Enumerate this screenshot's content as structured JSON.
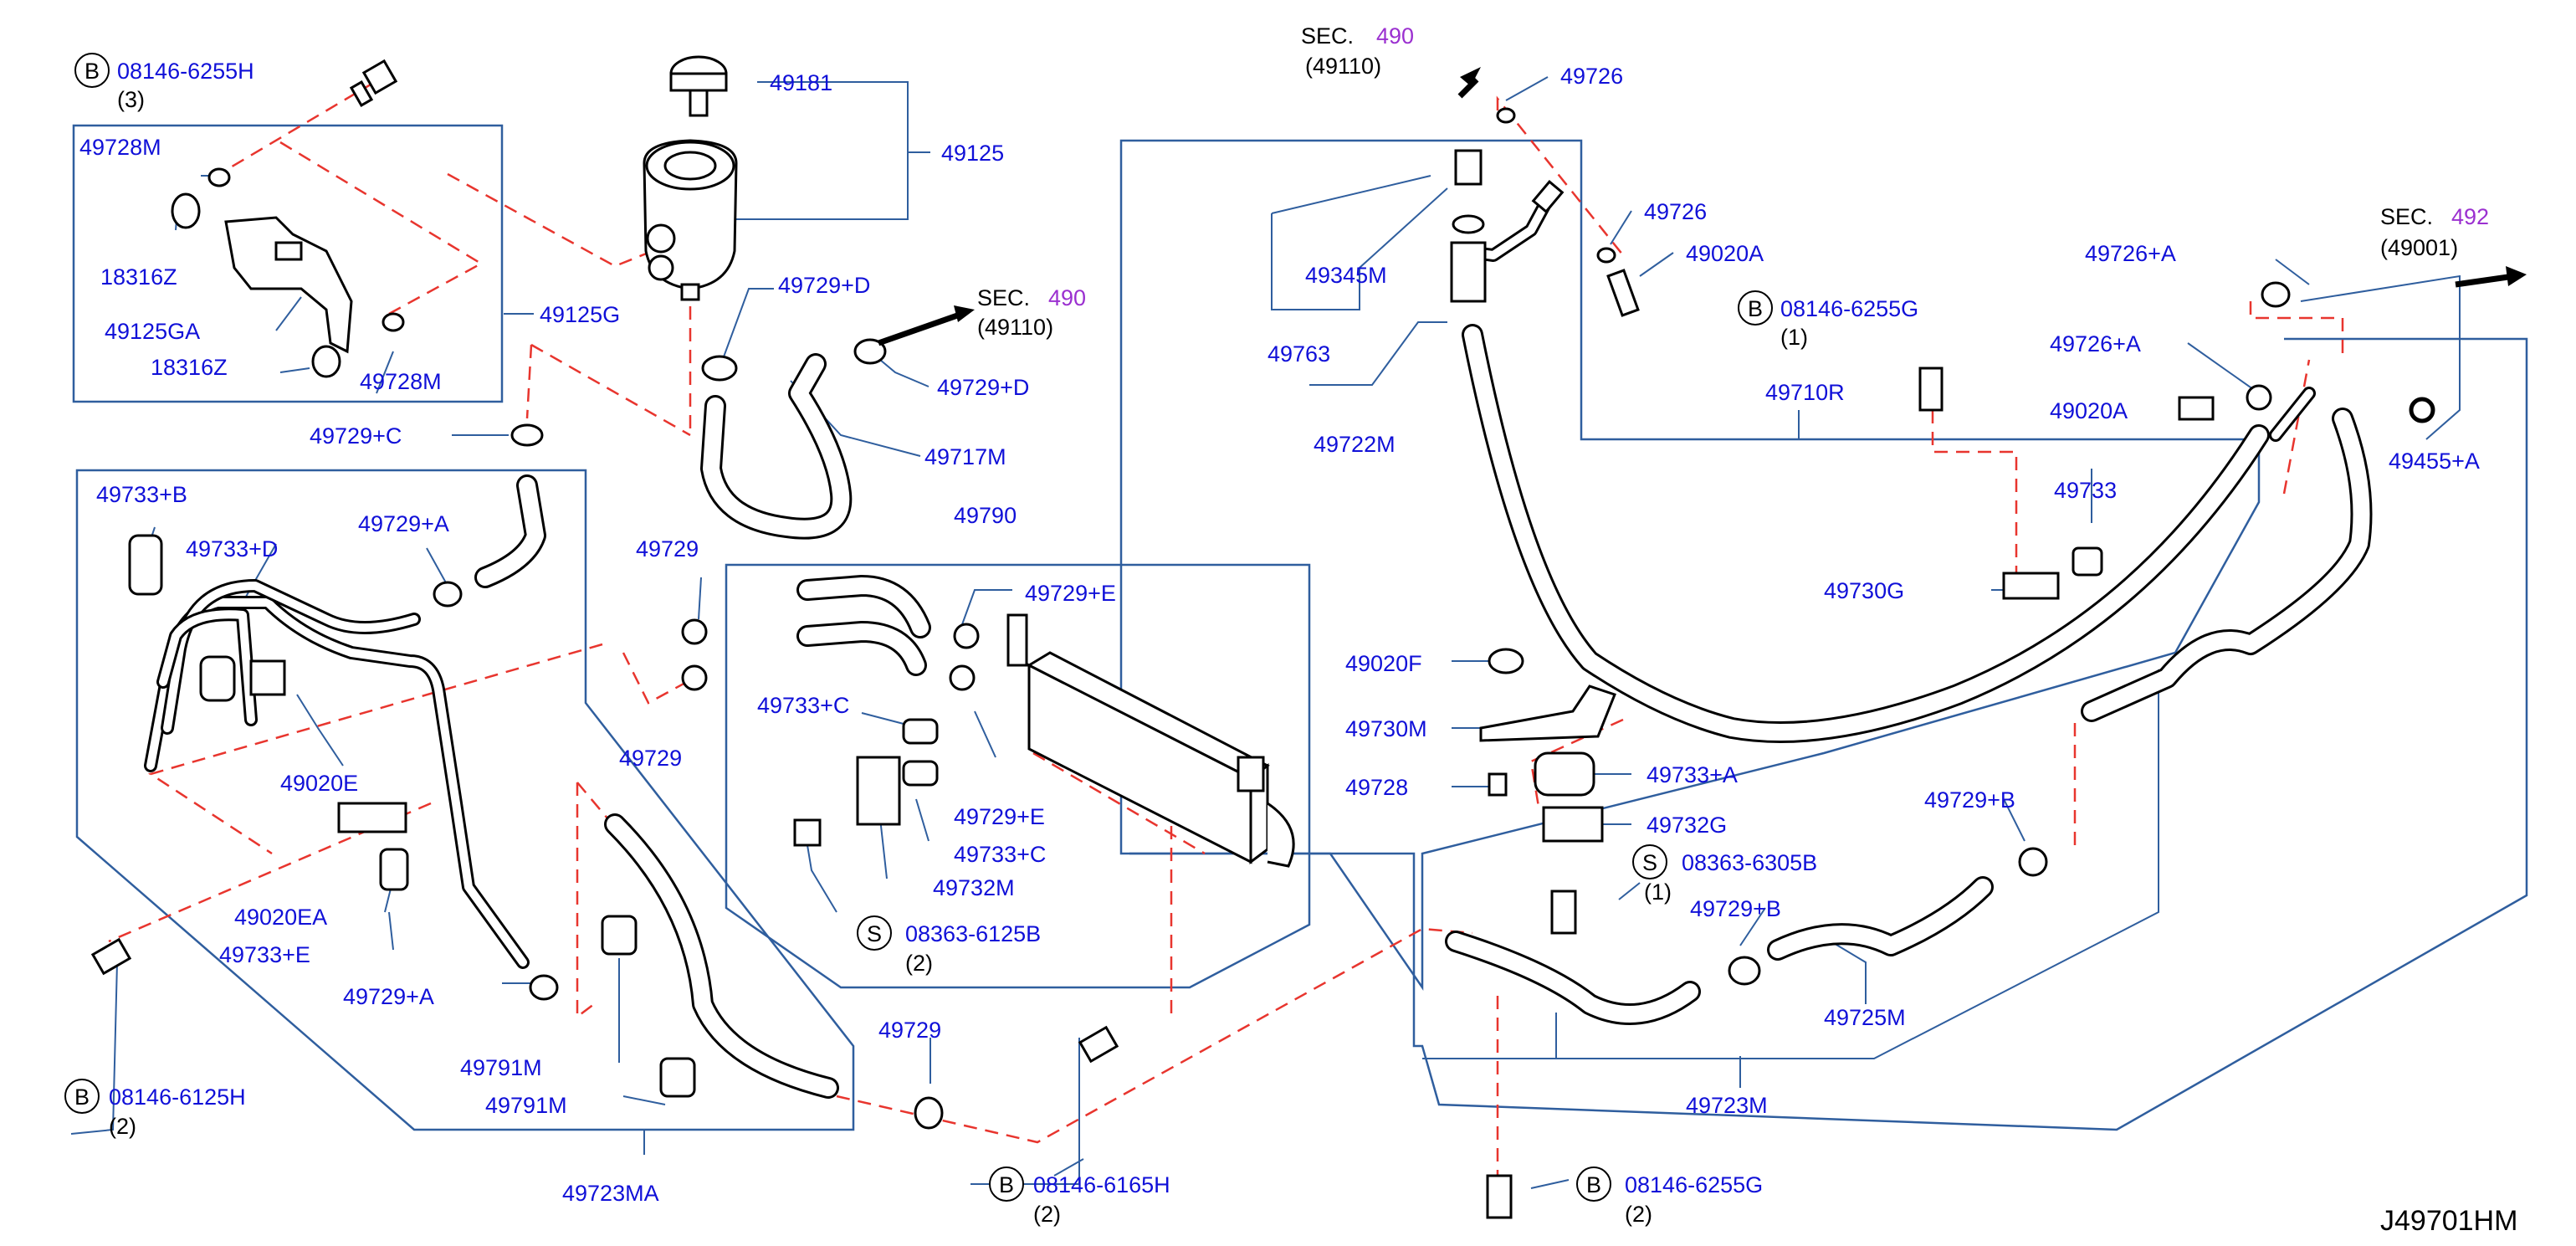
{
  "diagram_id": "J49701HM",
  "sections": {
    "sec490_top": {
      "prefix": "SEC.",
      "number": "490",
      "sub": "(49110)"
    },
    "sec490_mid": {
      "prefix": "SEC.",
      "number": "490",
      "sub": "(49110)"
    },
    "sec492": {
      "prefix": "SEC.",
      "number": "492",
      "sub": "(49001)"
    }
  },
  "fasteners": {
    "b_08146_6255H": {
      "badge": "B",
      "part": "08146-6255H",
      "qty": "(3)"
    },
    "b_08146_6255G_top": {
      "badge": "B",
      "part": "08146-6255G",
      "qty": "(1)"
    },
    "b_08146_6125H": {
      "badge": "B",
      "part": "08146-6125H",
      "qty": "(2)"
    },
    "b_08146_6165H": {
      "badge": "B",
      "part": "08146-6165H",
      "qty": "(2)"
    },
    "b_08146_6255G_bot": {
      "badge": "B",
      "part": "08146-6255G",
      "qty": "(2)"
    },
    "s_08363_6125B": {
      "badge": "S",
      "part": "08363-6125B",
      "qty": "(2)"
    },
    "s_08363_6305B": {
      "badge": "S",
      "part": "08363-6305B",
      "qty": "(1)"
    }
  },
  "labels": {
    "l49181": "49181",
    "l49125": "49125",
    "l49728M_a": "49728M",
    "l18316Z_a": "18316Z",
    "l49125GA": "49125GA",
    "l18316Z_b": "18316Z",
    "l49728M_b": "49728M",
    "l49125G": "49125G",
    "l49729D_a": "49729+D",
    "l49729D_b": "49729+D",
    "l49729C": "49729+C",
    "l49717M": "49717M",
    "l49726_a": "49726",
    "l49726_b": "49726",
    "l49020A_a": "49020A",
    "l49345M": "49345M",
    "l49763": "49763",
    "l49722M": "49722M",
    "l49710R": "49710R",
    "l49726A_a": "49726+A",
    "l49726A_b": "49726+A",
    "l49020A_b": "49020A",
    "l49455A": "49455+A",
    "l49733B": "49733+B",
    "l49733D": "49733+D",
    "l49729A_a": "49729+A",
    "l49729_a": "49729",
    "l49729_b": "49729",
    "l49790": "49790",
    "l49729E_a": "49729+E",
    "l49733C_a": "49733+C",
    "l49729E_b": "49729+E",
    "l49733C_b": "49733+C",
    "l49732M": "49732M",
    "l49020E": "49020E",
    "l49020EA": "49020EA",
    "l49733E": "49733+E",
    "l49729A_b": "49729+A",
    "l49791M_a": "49791M",
    "l49791M_b": "49791M",
    "l49723MA": "49723MA",
    "l49729_c": "49729",
    "l49733": "49733",
    "l49730G": "49730G",
    "l49020F": "49020F",
    "l49730M": "49730M",
    "l49728": "49728",
    "l49733A": "49733+A",
    "l49732G": "49732G",
    "l49729B_a": "49729+B",
    "l49729B_b": "49729+B",
    "l49725M": "49725M",
    "l49723M": "49723M"
  }
}
